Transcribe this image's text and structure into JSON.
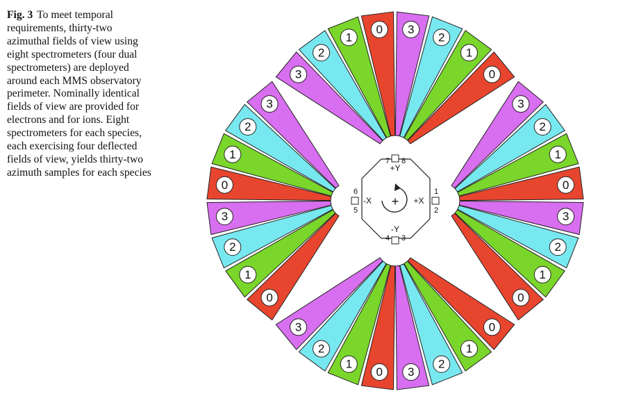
{
  "caption": {
    "label": "Fig. 3",
    "lines": [
      "To meet temporal",
      "requirements, thirty-two",
      "azimuthal fields of view using",
      "eight spectrometers (four dual",
      "spectrometers) are deployed",
      "around each MMS observatory",
      "perimeter. Nominally identical",
      "fields of view are provided for",
      "electrons and for ions. Eight",
      "spectrometers for each species,",
      "each exercising four deflected",
      "fields of view, yields thirty-two",
      "azimuth samples for each species"
    ]
  },
  "diagram": {
    "colors": {
      "0": "#e8452f",
      "1": "#7ad62a",
      "2": "#78e8f0",
      "3": "#d86ef0"
    },
    "axes": {
      "plus_x": "+X",
      "minus_x": "-X",
      "plus_y": "+Y",
      "minus_y": "-Y",
      "spin_symbol": "+"
    },
    "ports": [
      "1",
      "2",
      "3",
      "4",
      "5",
      "6",
      "7",
      "8"
    ],
    "fans": [
      {
        "side": "top-left",
        "labels": [
          "3",
          "2",
          "1",
          "0"
        ]
      },
      {
        "side": "top-right",
        "labels": [
          "3",
          "2",
          "1",
          "0"
        ]
      },
      {
        "side": "right-upper",
        "labels": [
          "3",
          "2",
          "1",
          "0"
        ]
      },
      {
        "side": "right-lower",
        "labels": [
          "3",
          "2",
          "1",
          "0"
        ]
      },
      {
        "side": "bottom-right",
        "labels": [
          "0",
          "1",
          "2",
          "3"
        ]
      },
      {
        "side": "bottom-left",
        "labels": [
          "0",
          "1",
          "2",
          "3"
        ]
      },
      {
        "side": "left-lower",
        "labels": [
          "0",
          "1",
          "2",
          "3"
        ]
      },
      {
        "side": "left-upper",
        "labels": [
          "0",
          "1",
          "2",
          "3"
        ]
      }
    ]
  }
}
